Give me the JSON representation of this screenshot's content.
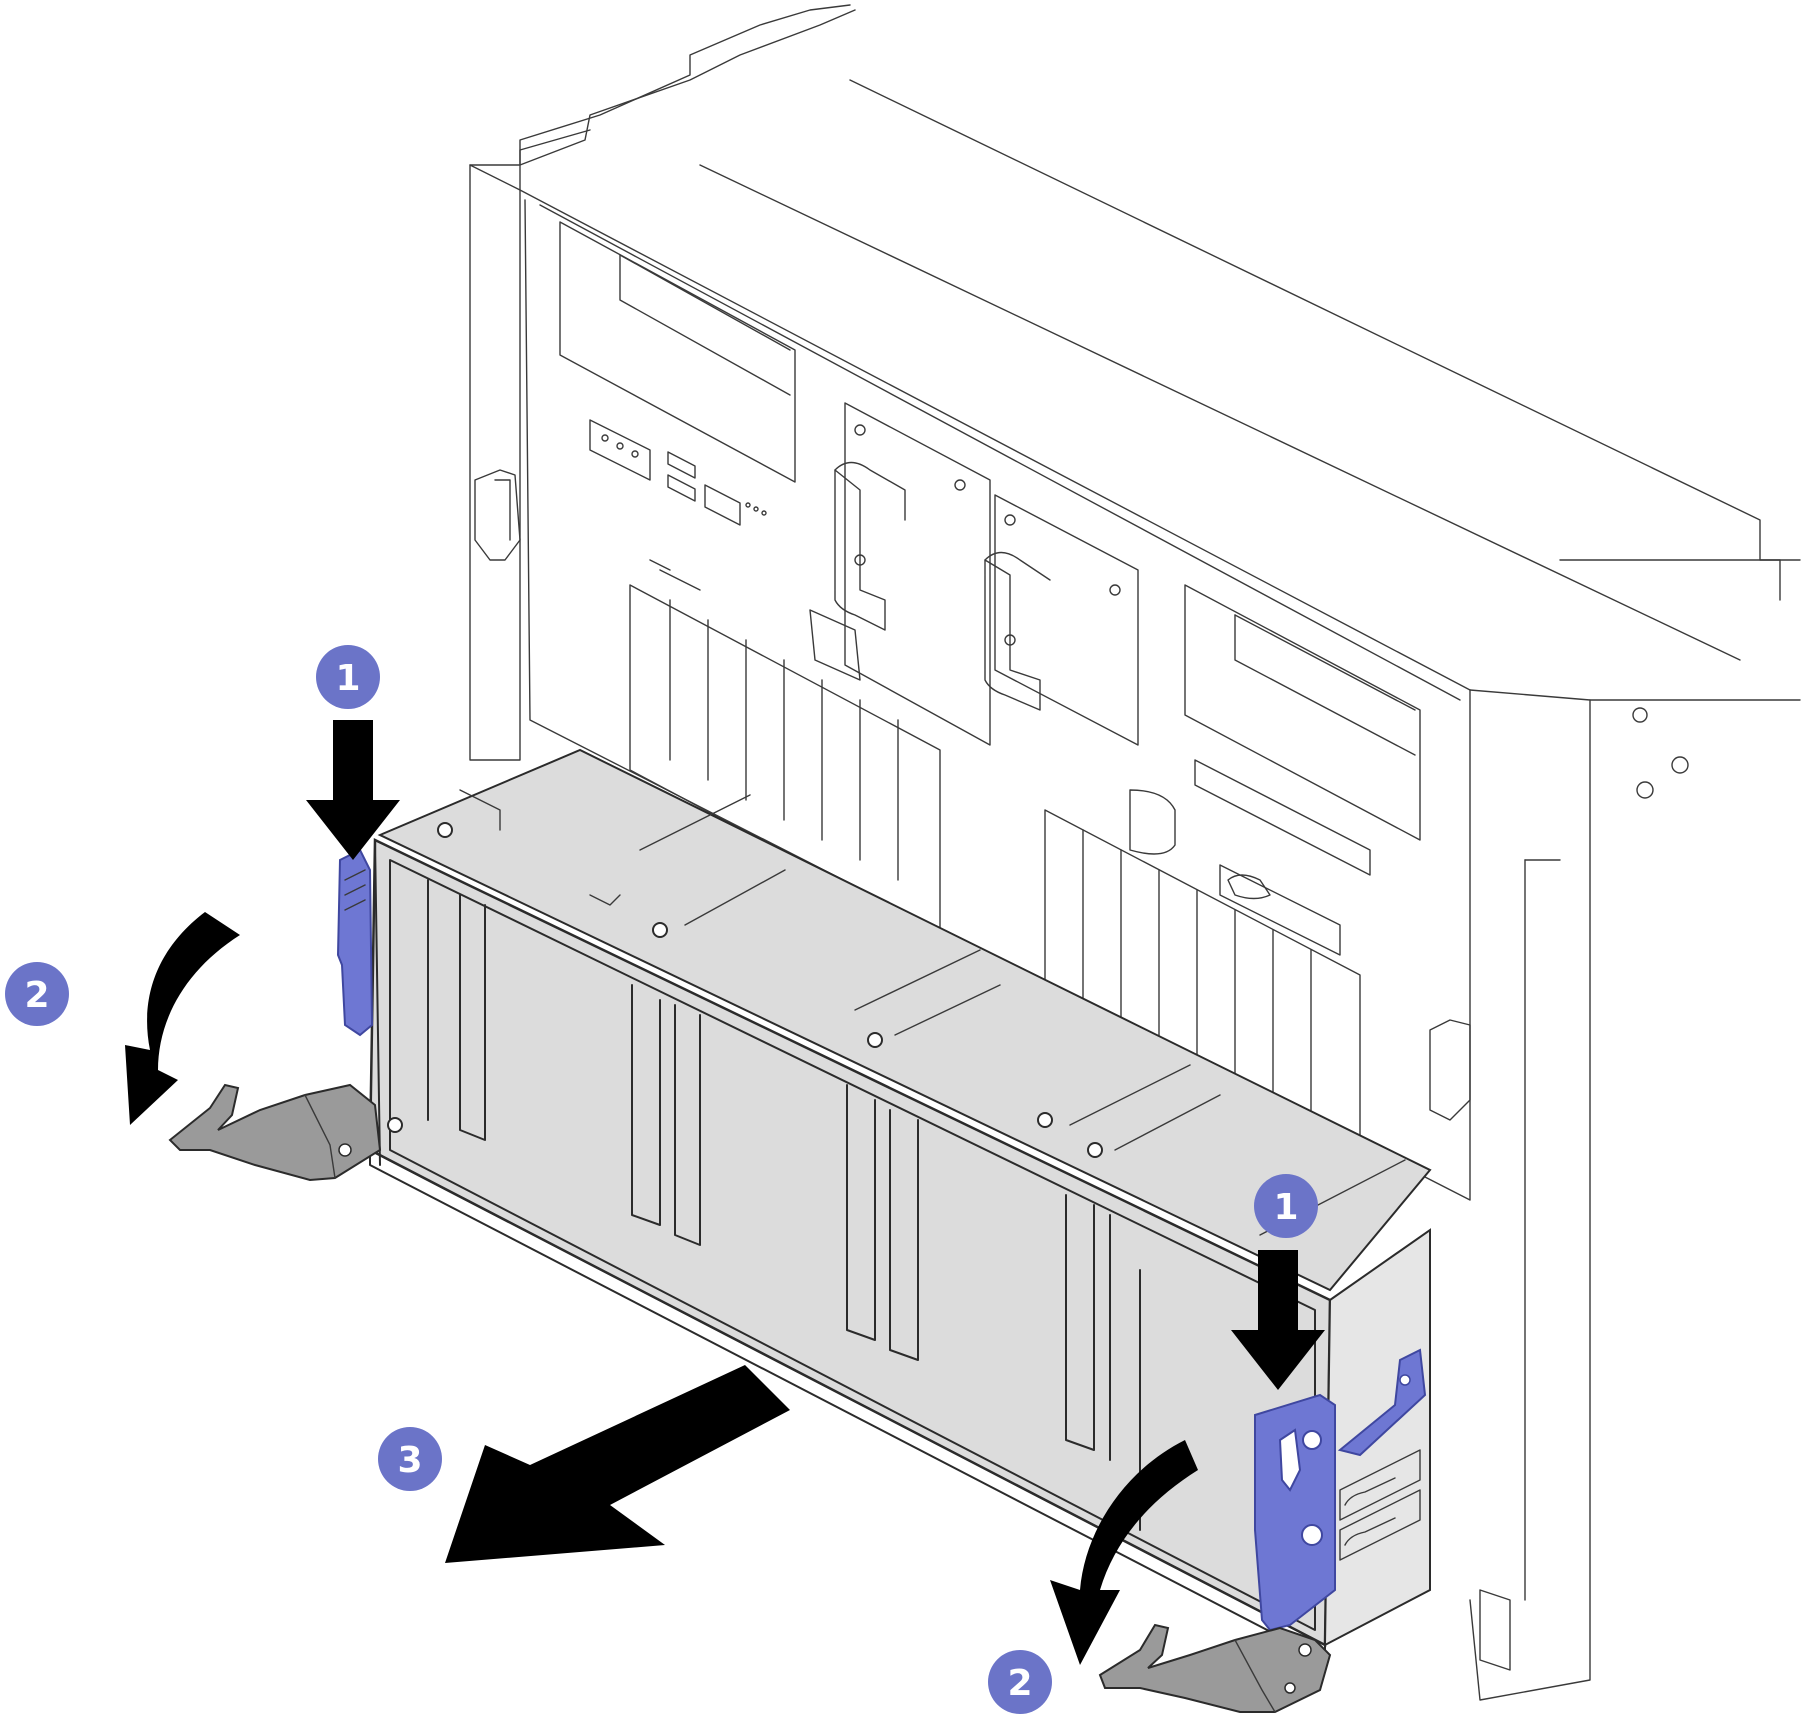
{
  "colors": {
    "callout_fill": "#6b74c8",
    "callout_text": "#ffffff",
    "latch_blue": "#6e77d3",
    "latch_blue_dark": "#3f47a0",
    "bracket_gray": "#9a9a9a",
    "bay_gray": "#dcdcdc",
    "arrow_black": "#000000",
    "outline": "#2b2b2b"
  },
  "callouts": [
    {
      "id": "left-press",
      "label": "1"
    },
    {
      "id": "left-rotate",
      "label": "2"
    },
    {
      "id": "pull-out",
      "label": "3"
    },
    {
      "id": "right-press",
      "label": "1"
    },
    {
      "id": "right-rotate",
      "label": "2"
    }
  ],
  "icons": {
    "press_arrow": "arrow-down-icon",
    "rotate_arrow": "curved-arrow-icon",
    "pull_arrow": "arrow-left-down-icon"
  }
}
